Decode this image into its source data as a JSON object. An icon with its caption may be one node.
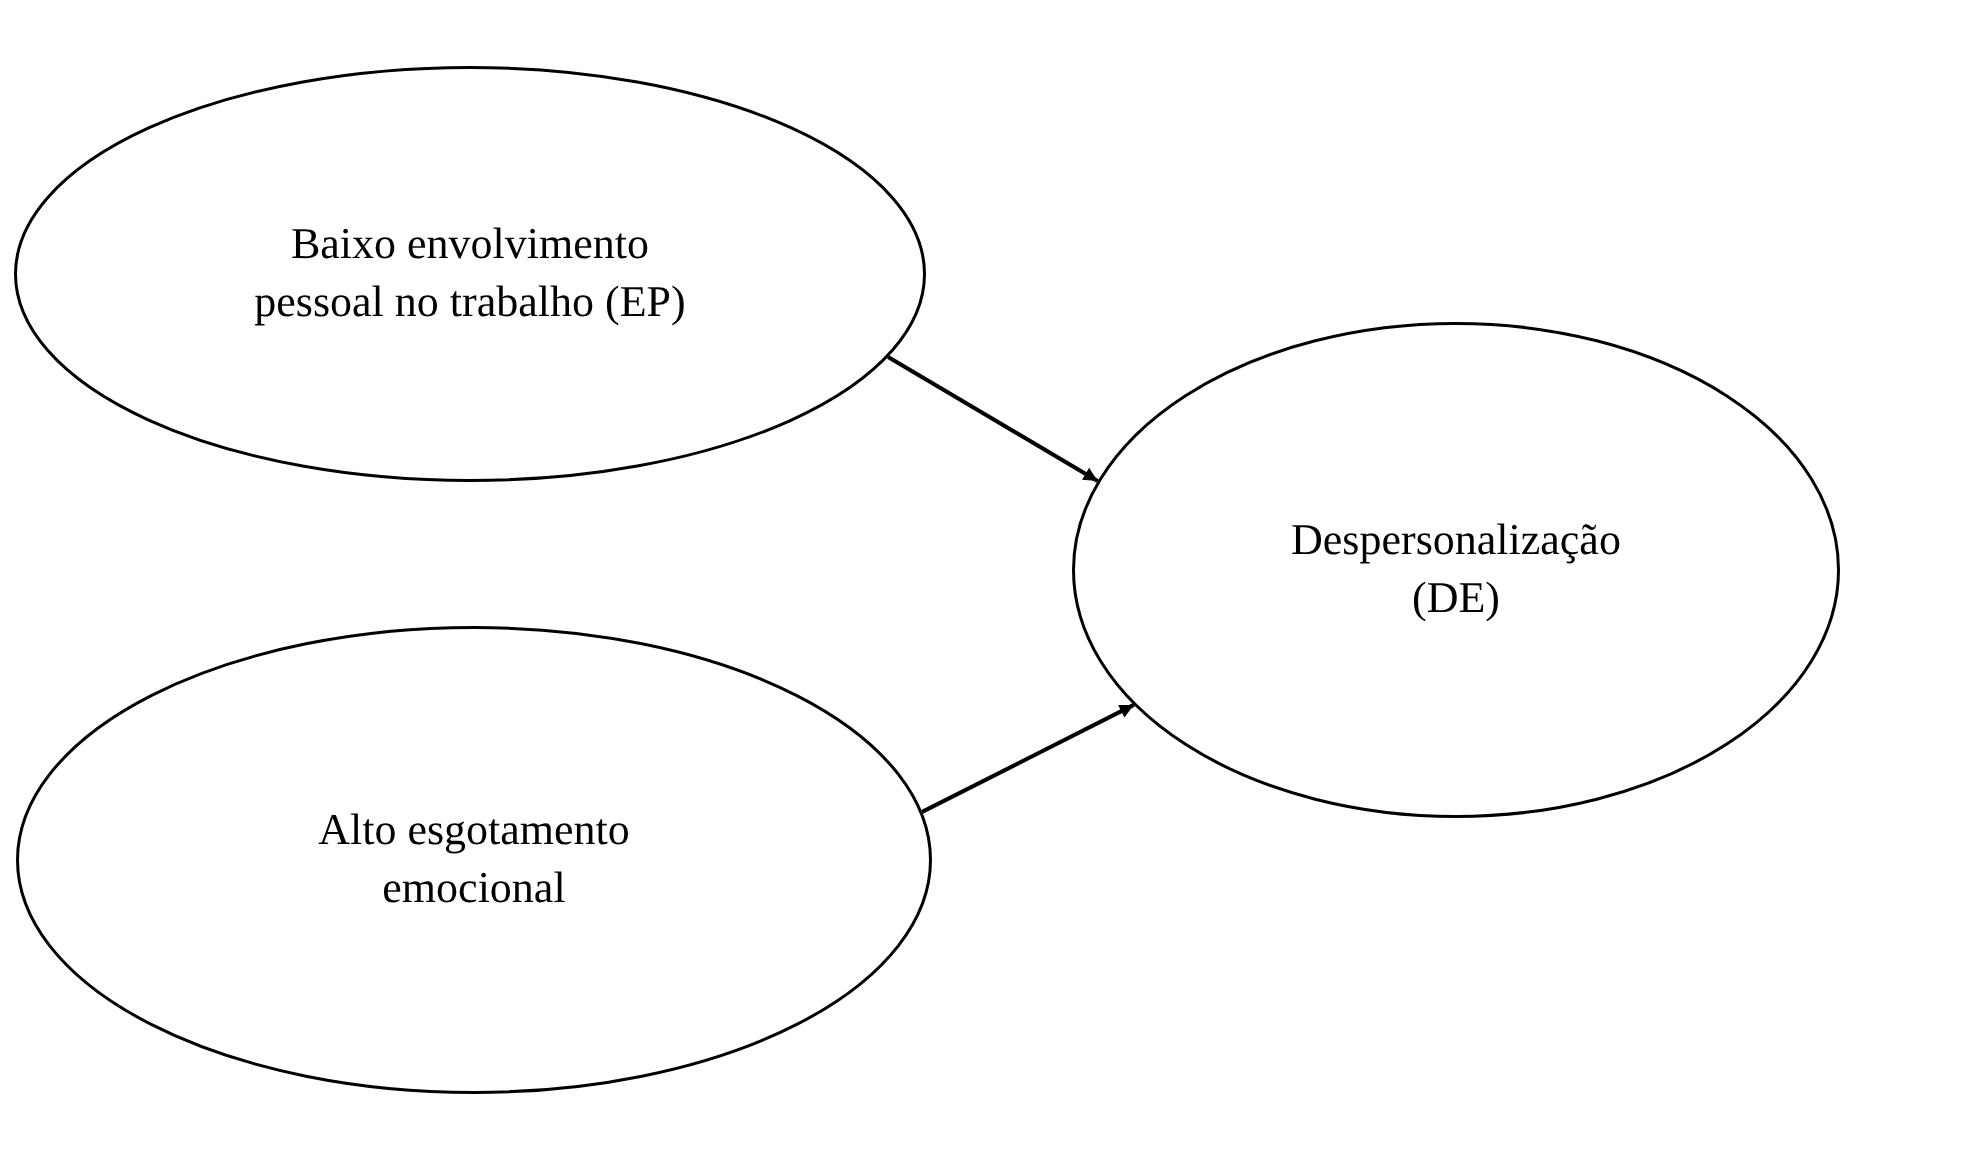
{
  "diagram": {
    "nodes": [
      {
        "text": [
          "Baixo envolvimento pessoal no trabalho (EP)"
        ]
      },
      {
        "text": [
          "Alto esgotamento emocional"
        ]
      },
      {
        "text": [
          "Despersonalização (DE)"
        ]
      }
    ],
    "edges": [
      {
        "from": 0,
        "to": 2,
        "arrow": "to"
      },
      {
        "from": 1,
        "to": 2,
        "arrow": "to"
      }
    ]
  }
}
